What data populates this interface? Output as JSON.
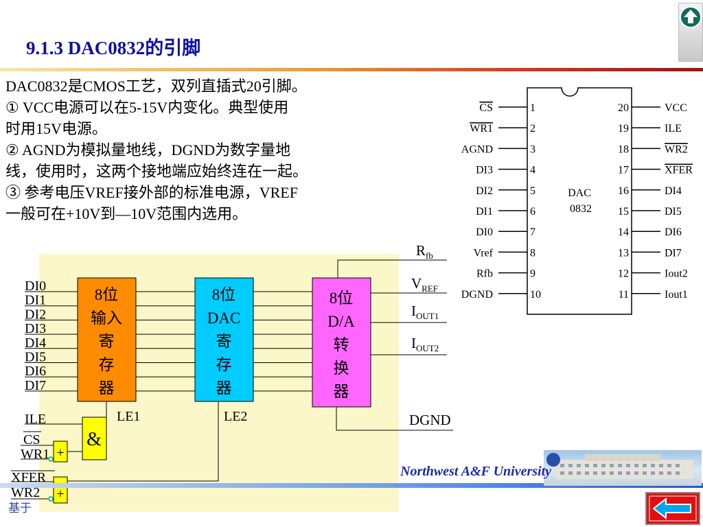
{
  "title": "9.1.3 DAC0832的引脚",
  "body_lines": [
    "DAC0832是CMOS工艺，双列直插式20引脚。",
    "① VCC电源可以在5-15V内变化。典型使用",
    "时用15V电源。",
    "② AGND为模拟量地线，DGND为数字量地",
    "线，使用时，这两个接地端应始终连在一起。",
    "③ 参考电压VREF接外部的标准电源，VREF",
    "一般可在+10V到—10V范围内选用。"
  ],
  "chip": {
    "name_line1": "DAC",
    "name_line2": "0832",
    "left_pins": [
      {
        "num": "1",
        "name": "CS",
        "overline": true
      },
      {
        "num": "2",
        "name": "WR1",
        "overline": true
      },
      {
        "num": "3",
        "name": "AGND",
        "overline": false
      },
      {
        "num": "4",
        "name": "DI3",
        "overline": false
      },
      {
        "num": "5",
        "name": "DI2",
        "overline": false
      },
      {
        "num": "6",
        "name": "DI1",
        "overline": false
      },
      {
        "num": "7",
        "name": "DI0",
        "overline": false
      },
      {
        "num": "8",
        "name": "Vref",
        "overline": false
      },
      {
        "num": "9",
        "name": "Rfb",
        "overline": false
      },
      {
        "num": "10",
        "name": "DGND",
        "overline": false
      }
    ],
    "right_pins": [
      {
        "num": "20",
        "name": "VCC",
        "overline": false
      },
      {
        "num": "19",
        "name": "ILE",
        "overline": false
      },
      {
        "num": "18",
        "name": "WR2",
        "overline": true
      },
      {
        "num": "17",
        "name": "XFER",
        "overline": true
      },
      {
        "num": "16",
        "name": "DI4",
        "overline": false
      },
      {
        "num": "15",
        "name": "DI5",
        "overline": false
      },
      {
        "num": "14",
        "name": "DI6",
        "overline": false
      },
      {
        "num": "13",
        "name": "DI7",
        "overline": false
      },
      {
        "num": "12",
        "name": "Iout2",
        "overline": false
      },
      {
        "num": "11",
        "name": "Iout1",
        "overline": false
      }
    ]
  },
  "block": {
    "inputs": [
      "DI0",
      "DI1",
      "DI2",
      "DI3",
      "DI4",
      "DI5",
      "DI6",
      "DI7"
    ],
    "input_register": [
      "8位",
      "输入",
      "寄",
      "存",
      "器"
    ],
    "dac_register": [
      "8位",
      "DAC",
      "寄",
      "存",
      "器"
    ],
    "converter": [
      "8位",
      "D/A",
      "转",
      "换",
      "器"
    ],
    "le1": "LE1",
    "le2": "LE2",
    "and_symbol": "&",
    "or_symbol": "+",
    "ctrl_ile": "ILE",
    "ctrl_cs": "CS",
    "ctrl_wr1": "WR1",
    "ctrl_xfer": "XFER",
    "ctrl_wr2": "WR2",
    "out_rfb": "R",
    "out_rfb_sub": "fb",
    "out_vref": "V",
    "out_vref_sub": "REF",
    "out_iout1": "I",
    "out_iout1_sub": "OUT1",
    "out_iout2": "I",
    "out_iout2_sub": "OUT2",
    "out_dgnd": "DGND"
  },
  "footer": {
    "university": "Northwest A&F University",
    "side_text": "基于"
  },
  "colors": {
    "title": "#1010a0",
    "input_register": "#ff8c00",
    "dac_register": "#00ccff",
    "converter": "#ff66ff",
    "and_gate": "#ffff00",
    "diagram_bg": "#fbf7c8",
    "back_button": "#e01010"
  }
}
